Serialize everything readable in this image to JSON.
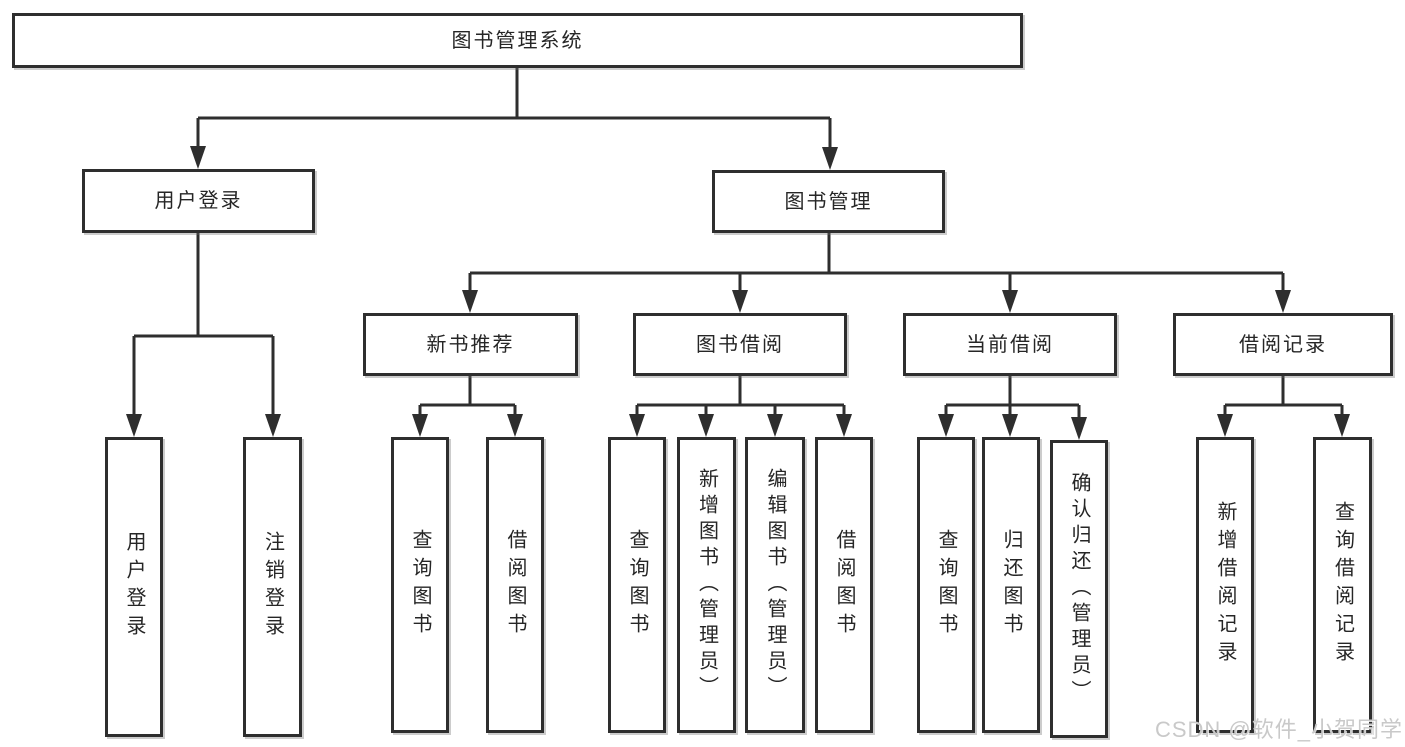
{
  "tree": {
    "label": "图书管理系统",
    "children": [
      {
        "label": "用户登录",
        "children": [
          {
            "label": "用户登录"
          },
          {
            "label": "注销登录"
          }
        ]
      },
      {
        "label": "图书管理",
        "children": [
          {
            "label": "新书推荐",
            "children": [
              {
                "label": "查询图书"
              },
              {
                "label": "借阅图书"
              }
            ]
          },
          {
            "label": "图书借阅",
            "children": [
              {
                "label": "查询图书"
              },
              {
                "label": "新增图书（管理员）"
              },
              {
                "label": "编辑图书（管理员）"
              },
              {
                "label": "借阅图书"
              }
            ]
          },
          {
            "label": "当前借阅",
            "children": [
              {
                "label": "查询图书"
              },
              {
                "label": "归还图书"
              },
              {
                "label": "确认归还（管理员）"
              }
            ]
          },
          {
            "label": "借阅记录",
            "children": [
              {
                "label": "新增借阅记录"
              },
              {
                "label": "查询借阅记录"
              }
            ]
          }
        ]
      }
    ]
  },
  "watermark": "CSDN @软件_小贺同学",
  "colors": {
    "line": "#2e2e2e",
    "text": "#262626",
    "background": "#ffffff",
    "watermark": "#c9c9c9"
  }
}
